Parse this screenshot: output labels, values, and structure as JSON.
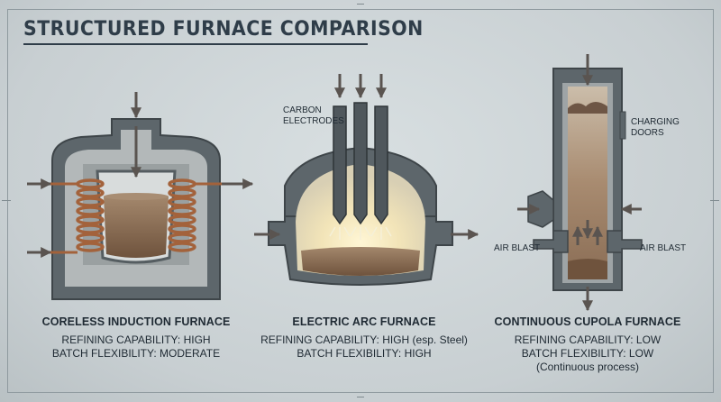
{
  "title": "STRUCTURED FURNACE COMPARISON",
  "furnaces": [
    {
      "name": "CORELESS INDUCTION FURNACE",
      "lines": [
        "REFINING CAPABILITY: HIGH",
        "BATCH FLEXIBILITY: MODERATE"
      ]
    },
    {
      "name": "ELECTRIC ARC FURNACE",
      "lines": [
        "REFINING CAPABILITY: HIGH (esp. Steel)",
        "BATCH FLEXIBILITY: HIGH"
      ]
    },
    {
      "name": "CONTINUOUS CUPOLA FURNACE",
      "lines": [
        "REFINING CAPABILITY: LOW",
        "BATCH FLEXIBILITY: LOW",
        "(Continuous process)"
      ]
    }
  ],
  "labels": {
    "carbon_electrodes": [
      "CARBON",
      "ELECTRODES"
    ],
    "charging_doors": [
      "CHARGING",
      "DOORS"
    ],
    "air_blast_left": "AIR BLAST",
    "air_blast_right": "AIR BLAST"
  },
  "colors": {
    "steel": "#5d666b",
    "steel_light": "#7b858a",
    "refractory": "#b3b8b9",
    "coil": "#a3623b",
    "melt": "#8a6a4f",
    "arrow": "#5a5450",
    "title": "#2f3d49"
  }
}
